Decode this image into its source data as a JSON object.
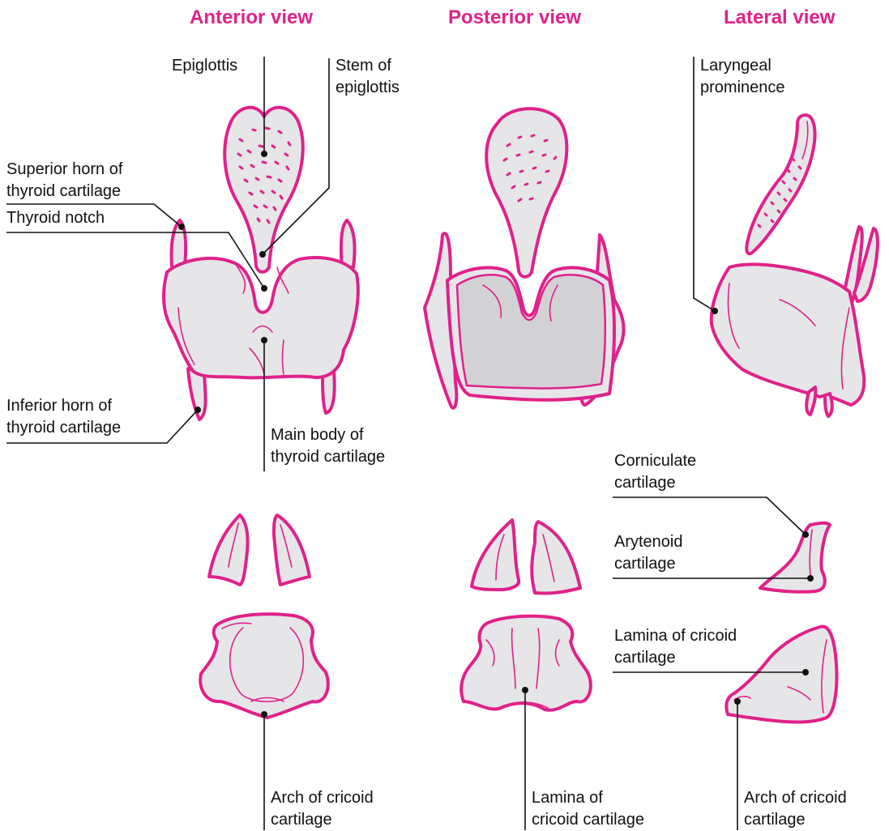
{
  "views": {
    "anterior": "Anterior view",
    "posterior": "Posterior view",
    "lateral": "Lateral view"
  },
  "labels": {
    "epiglottis": "Epiglottis",
    "stem": [
      "Stem of",
      "epiglottis"
    ],
    "superior_horn": [
      "Superior horn of",
      "thyroid cartilage"
    ],
    "thyroid_notch": "Thyroid notch",
    "inferior_horn": [
      "Inferior horn of",
      "thyroid cartilage"
    ],
    "main_body": [
      "Main body of",
      "thyroid cartilage"
    ],
    "laryngeal_prominence": [
      "Laryngeal",
      "prominence"
    ],
    "corniculate": [
      "Corniculate",
      "cartilage"
    ],
    "arytenoid": [
      "Arytenoid",
      "cartilage"
    ],
    "lamina_lateral": [
      "Lamina of cricoid",
      "cartilage"
    ],
    "arch_anterior": [
      "Arch of cricoid",
      "cartilage"
    ],
    "lamina_posterior": [
      "Lamina of",
      "cricoid cartilage"
    ],
    "arch_lateral": [
      "Arch of cricoid",
      "cartilage"
    ]
  },
  "colors": {
    "accent": "#e0218a",
    "fill": "#e6e6e9",
    "inner": "#d2d2d5",
    "text": "#111111"
  }
}
